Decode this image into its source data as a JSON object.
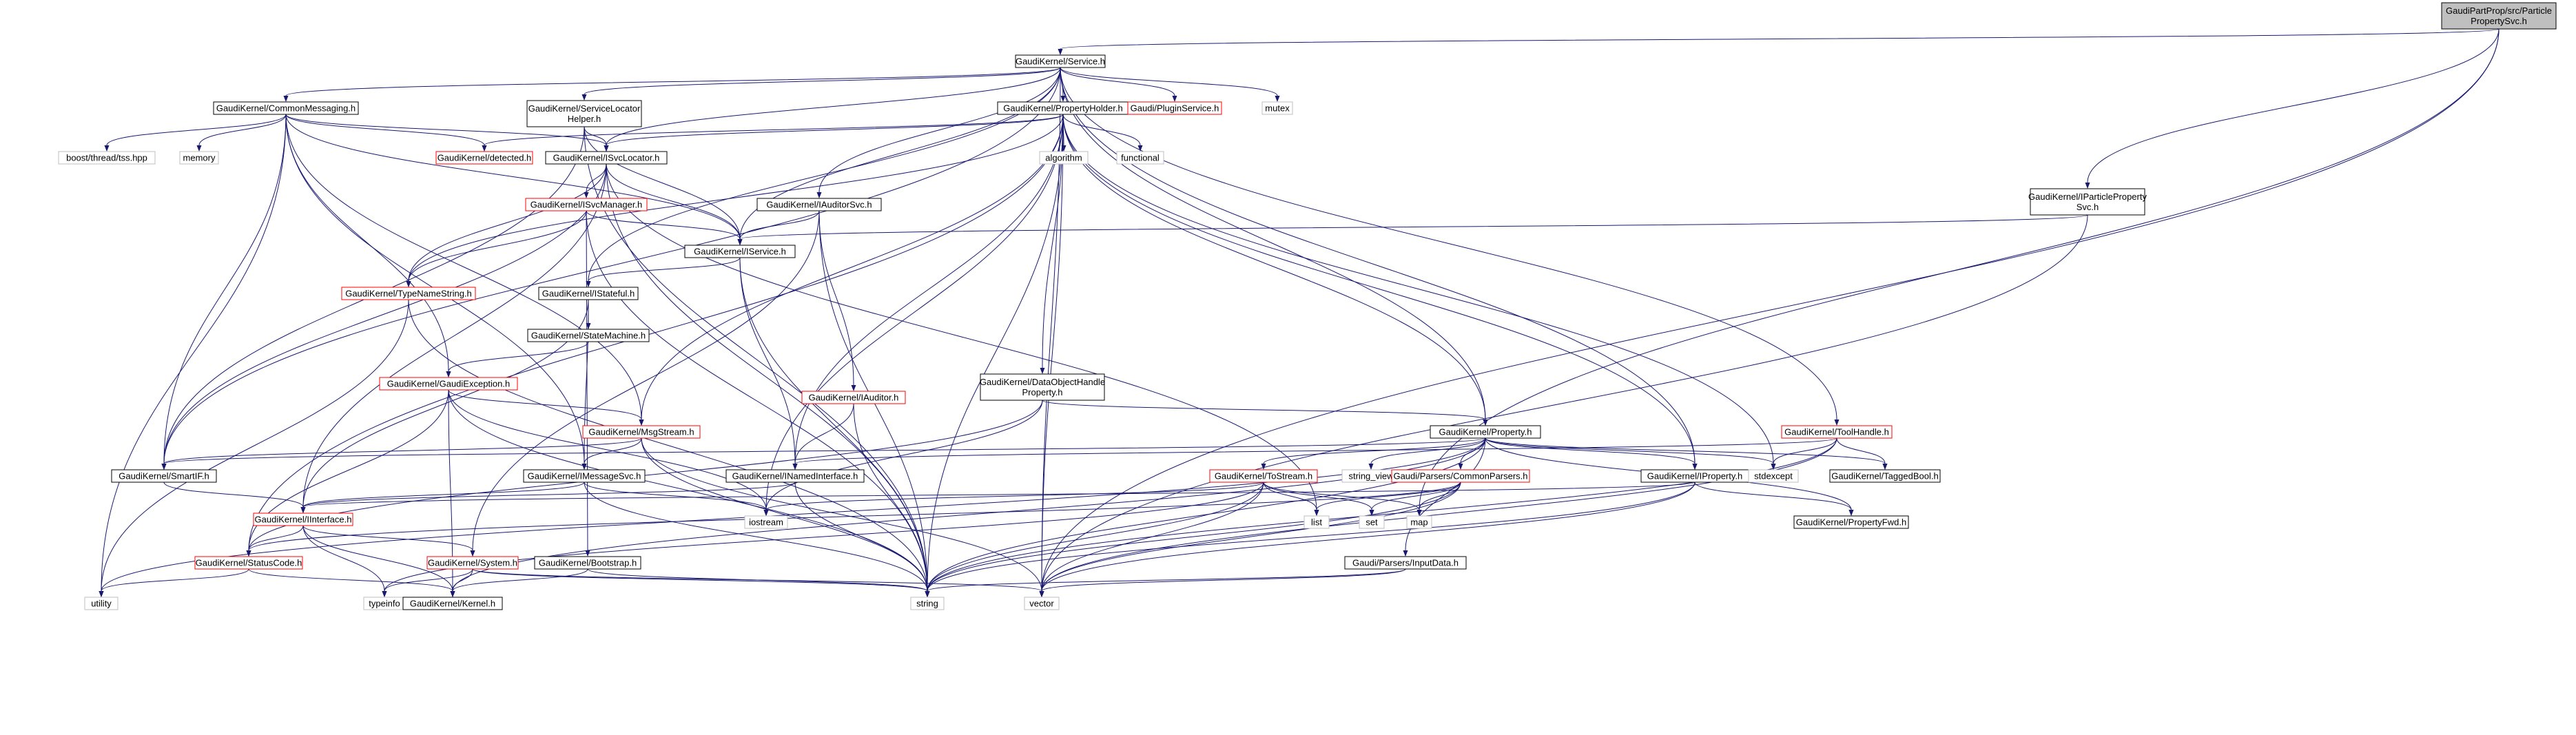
{
  "colors": {
    "edge": "#191970",
    "red_border": "#ff0000",
    "black_border": "#000000",
    "gray_border": "#bfbfbf",
    "root_fill": "#bfbfbf",
    "node_fill": "#ffffff",
    "text": "#000000"
  },
  "nodes": [
    {
      "id": "root",
      "lines": [
        "GaudiPartProp/src/Particle",
        "PropertySvc.h"
      ],
      "style": "root"
    },
    {
      "id": "service",
      "lines": [
        "GaudiKernel/Service.h"
      ],
      "style": "black"
    },
    {
      "id": "ipps",
      "lines": [
        "GaudiKernel/IParticleProperty",
        "Svc.h"
      ],
      "style": "black"
    },
    {
      "id": "commonmsg",
      "lines": [
        "GaudiKernel/CommonMessaging.h"
      ],
      "style": "black"
    },
    {
      "id": "svclochelper",
      "lines": [
        "GaudiKernel/ServiceLocator",
        "Helper.h"
      ],
      "style": "black"
    },
    {
      "id": "propholder",
      "lines": [
        "GaudiKernel/PropertyHolder.h"
      ],
      "style": "black"
    },
    {
      "id": "pluginsvc",
      "lines": [
        "Gaudi/PluginService.h"
      ],
      "style": "red"
    },
    {
      "id": "mutex",
      "lines": [
        "mutex"
      ],
      "style": "gray"
    },
    {
      "id": "boostthread",
      "lines": [
        "boost/thread/tss.hpp"
      ],
      "style": "gray"
    },
    {
      "id": "memory",
      "lines": [
        "memory"
      ],
      "style": "gray"
    },
    {
      "id": "detected",
      "lines": [
        "GaudiKernel/detected.h"
      ],
      "style": "red"
    },
    {
      "id": "isvclocator",
      "lines": [
        "GaudiKernel/ISvcLocator.h"
      ],
      "style": "black"
    },
    {
      "id": "algorithm",
      "lines": [
        "algorithm"
      ],
      "style": "gray"
    },
    {
      "id": "functional",
      "lines": [
        "functional"
      ],
      "style": "gray"
    },
    {
      "id": "iauditorsvc",
      "lines": [
        "GaudiKernel/IAuditorSvc.h"
      ],
      "style": "black"
    },
    {
      "id": "isvcmanager",
      "lines": [
        "GaudiKernel/ISvcManager.h"
      ],
      "style": "red"
    },
    {
      "id": "iservice",
      "lines": [
        "GaudiKernel/IService.h"
      ],
      "style": "black"
    },
    {
      "id": "typenamestring",
      "lines": [
        "GaudiKernel/TypeNameString.h"
      ],
      "style": "red"
    },
    {
      "id": "istateful",
      "lines": [
        "GaudiKernel/IStateful.h"
      ],
      "style": "black"
    },
    {
      "id": "statemachine",
      "lines": [
        "GaudiKernel/StateMachine.h"
      ],
      "style": "black"
    },
    {
      "id": "iauditor",
      "lines": [
        "GaudiKernel/IAuditor.h"
      ],
      "style": "red"
    },
    {
      "id": "gaudiexception",
      "lines": [
        "GaudiKernel/GaudiException.h"
      ],
      "style": "red"
    },
    {
      "id": "dataobjhandle",
      "lines": [
        "GaudiKernel/DataObjectHandle",
        "Property.h"
      ],
      "style": "black"
    },
    {
      "id": "toolhandle",
      "lines": [
        "GaudiKernel/ToolHandle.h"
      ],
      "style": "red"
    },
    {
      "id": "smartif",
      "lines": [
        "GaudiKernel/SmartIF.h"
      ],
      "style": "black"
    },
    {
      "id": "msgstream",
      "lines": [
        "GaudiKernel/MsgStream.h"
      ],
      "style": "red"
    },
    {
      "id": "property",
      "lines": [
        "GaudiKernel/Property.h"
      ],
      "style": "black"
    },
    {
      "id": "inamed",
      "lines": [
        "GaudiKernel/INamedInterface.h"
      ],
      "style": "black"
    },
    {
      "id": "imessagesvc",
      "lines": [
        "GaudiKernel/IMessageSvc.h"
      ],
      "style": "black"
    },
    {
      "id": "tostream",
      "lines": [
        "GaudiKernel/ToStream.h"
      ],
      "style": "red"
    },
    {
      "id": "string_view",
      "lines": [
        "string_view"
      ],
      "style": "gray"
    },
    {
      "id": "commonparsers",
      "lines": [
        "Gaudi/Parsers/CommonParsers.h"
      ],
      "style": "red"
    },
    {
      "id": "iproperty",
      "lines": [
        "GaudiKernel/IProperty.h"
      ],
      "style": "black"
    },
    {
      "id": "stdexcept",
      "lines": [
        "stdexcept"
      ],
      "style": "gray"
    },
    {
      "id": "taggedbool",
      "lines": [
        "GaudiKernel/TaggedBool.h"
      ],
      "style": "black"
    },
    {
      "id": "iinterface",
      "lines": [
        "GaudiKernel/IInterface.h"
      ],
      "style": "red"
    },
    {
      "id": "iostream",
      "lines": [
        "iostream"
      ],
      "style": "gray"
    },
    {
      "id": "list",
      "lines": [
        "list"
      ],
      "style": "gray"
    },
    {
      "id": "set",
      "lines": [
        "set"
      ],
      "style": "gray"
    },
    {
      "id": "map",
      "lines": [
        "map"
      ],
      "style": "gray"
    },
    {
      "id": "propertyfwd",
      "lines": [
        "GaudiKernel/PropertyFwd.h"
      ],
      "style": "black"
    },
    {
      "id": "statuscode",
      "lines": [
        "GaudiKernel/StatusCode.h"
      ],
      "style": "red"
    },
    {
      "id": "system",
      "lines": [
        "GaudiKernel/System.h"
      ],
      "style": "red"
    },
    {
      "id": "bootstrap",
      "lines": [
        "GaudiKernel/Bootstrap.h"
      ],
      "style": "black"
    },
    {
      "id": "inputdata",
      "lines": [
        "Gaudi/Parsers/InputData.h"
      ],
      "style": "black"
    },
    {
      "id": "utility",
      "lines": [
        "utility"
      ],
      "style": "gray"
    },
    {
      "id": "typeinfo",
      "lines": [
        "typeinfo"
      ],
      "style": "gray"
    },
    {
      "id": "kernel",
      "lines": [
        "GaudiKernel/Kernel.h"
      ],
      "style": "black"
    },
    {
      "id": "string",
      "lines": [
        "string"
      ],
      "style": "gray"
    },
    {
      "id": "vector",
      "lines": [
        "vector"
      ],
      "style": "gray"
    }
  ],
  "edges": [
    [
      "root",
      "service"
    ],
    [
      "root",
      "ipps"
    ],
    [
      "root",
      "vector"
    ],
    [
      "root",
      "map"
    ],
    [
      "service",
      "commonmsg"
    ],
    [
      "service",
      "svclochelper"
    ],
    [
      "service",
      "propholder"
    ],
    [
      "service",
      "pluginsvc"
    ],
    [
      "service",
      "mutex"
    ],
    [
      "service",
      "isvclocator"
    ],
    [
      "service",
      "iauditorsvc"
    ],
    [
      "service",
      "iservice"
    ],
    [
      "service",
      "istateful"
    ],
    [
      "service",
      "property"
    ],
    [
      "service",
      "iproperty"
    ],
    [
      "service",
      "toolhandle"
    ],
    [
      "service",
      "smartif"
    ],
    [
      "service",
      "vector"
    ],
    [
      "ipps",
      "iservice"
    ],
    [
      "ipps",
      "vector"
    ],
    [
      "commonmsg",
      "boostthread"
    ],
    [
      "commonmsg",
      "memory"
    ],
    [
      "commonmsg",
      "utility"
    ],
    [
      "commonmsg",
      "detected"
    ],
    [
      "commonmsg",
      "isvclocator"
    ],
    [
      "commonmsg",
      "iservice"
    ],
    [
      "commonmsg",
      "smartif"
    ],
    [
      "commonmsg",
      "gaudiexception"
    ],
    [
      "commonmsg",
      "msgstream"
    ],
    [
      "commonmsg",
      "imessagesvc"
    ],
    [
      "svclochelper",
      "isvclocator"
    ],
    [
      "svclochelper",
      "iservice"
    ],
    [
      "svclochelper",
      "smartif"
    ],
    [
      "svclochelper",
      "string"
    ],
    [
      "propholder",
      "detected"
    ],
    [
      "propholder",
      "isvclocator"
    ],
    [
      "propholder",
      "algorithm"
    ],
    [
      "propholder",
      "functional"
    ],
    [
      "propholder",
      "iostream"
    ],
    [
      "propholder",
      "inamed"
    ],
    [
      "propholder",
      "iproperty"
    ],
    [
      "propholder",
      "msgstream"
    ],
    [
      "propholder",
      "dataobjhandle"
    ],
    [
      "propholder",
      "property"
    ],
    [
      "propholder",
      "stdexcept"
    ],
    [
      "propholder",
      "string"
    ],
    [
      "propholder",
      "vector"
    ],
    [
      "propholder",
      "typenamestring"
    ],
    [
      "propholder",
      "statuscode"
    ],
    [
      "isvclocator",
      "typenamestring"
    ],
    [
      "isvclocator",
      "isvcmanager"
    ],
    [
      "isvclocator",
      "iinterface"
    ],
    [
      "isvclocator",
      "smartif"
    ],
    [
      "isvclocator",
      "list"
    ],
    [
      "isvclocator",
      "string"
    ],
    [
      "isvclocator",
      "iservice"
    ],
    [
      "iauditorsvc",
      "iservice"
    ],
    [
      "iauditorsvc",
      "iauditor"
    ],
    [
      "iauditorsvc",
      "system"
    ],
    [
      "iauditorsvc",
      "string"
    ],
    [
      "isvcmanager",
      "iservice"
    ],
    [
      "isvcmanager",
      "typenamestring"
    ],
    [
      "isvcmanager",
      "bootstrap"
    ],
    [
      "isvcmanager",
      "string"
    ],
    [
      "iservice",
      "inamed"
    ],
    [
      "iservice",
      "istateful"
    ],
    [
      "iservice",
      "string"
    ],
    [
      "typenamestring",
      "utility"
    ],
    [
      "typenamestring",
      "string"
    ],
    [
      "istateful",
      "statemachine"
    ],
    [
      "istateful",
      "iinterface"
    ],
    [
      "istateful",
      "imessagesvc"
    ],
    [
      "statemachine",
      "gaudiexception"
    ],
    [
      "iauditor",
      "inamed"
    ],
    [
      "iauditor",
      "string"
    ],
    [
      "gaudiexception",
      "msgstream"
    ],
    [
      "gaudiexception",
      "statuscode"
    ],
    [
      "gaudiexception",
      "kernel"
    ],
    [
      "gaudiexception",
      "string"
    ],
    [
      "gaudiexception",
      "iostream"
    ],
    [
      "dataobjhandle",
      "property"
    ],
    [
      "dataobjhandle",
      "statuscode"
    ],
    [
      "dataobjhandle",
      "iostream"
    ],
    [
      "toolhandle",
      "stdexcept"
    ],
    [
      "toolhandle",
      "taggedbool"
    ],
    [
      "toolhandle",
      "inamed"
    ],
    [
      "toolhandle",
      "string"
    ],
    [
      "toolhandle",
      "vector"
    ],
    [
      "smartif",
      "iinterface"
    ],
    [
      "msgstream",
      "imessagesvc"
    ],
    [
      "msgstream",
      "string"
    ],
    [
      "msgstream",
      "vector"
    ],
    [
      "msgstream",
      "smartif"
    ],
    [
      "property",
      "tostream"
    ],
    [
      "property",
      "string_view"
    ],
    [
      "property",
      "commonparsers"
    ],
    [
      "property",
      "iproperty"
    ],
    [
      "property",
      "stdexcept"
    ],
    [
      "property",
      "taggedbool"
    ],
    [
      "property",
      "propertyfwd"
    ],
    [
      "property",
      "inputdata"
    ],
    [
      "property",
      "kernel"
    ],
    [
      "property",
      "string"
    ],
    [
      "property",
      "smartif"
    ],
    [
      "property",
      "utility"
    ],
    [
      "inamed",
      "iinterface"
    ],
    [
      "inamed",
      "string"
    ],
    [
      "imessagesvc",
      "iinterface"
    ],
    [
      "imessagesvc",
      "iostream"
    ],
    [
      "imessagesvc",
      "string"
    ],
    [
      "tostream",
      "iostream"
    ],
    [
      "tostream",
      "list"
    ],
    [
      "tostream",
      "map"
    ],
    [
      "tostream",
      "set"
    ],
    [
      "tostream",
      "string"
    ],
    [
      "tostream",
      "vector"
    ],
    [
      "tostream",
      "typeinfo"
    ],
    [
      "commonparsers",
      "list"
    ],
    [
      "commonparsers",
      "set"
    ],
    [
      "commonparsers",
      "map"
    ],
    [
      "commonparsers",
      "string"
    ],
    [
      "commonparsers",
      "vector"
    ],
    [
      "commonparsers",
      "statuscode"
    ],
    [
      "iproperty",
      "propertyfwd"
    ],
    [
      "iproperty",
      "iinterface"
    ],
    [
      "iproperty",
      "string"
    ],
    [
      "iproperty",
      "vector"
    ],
    [
      "iinterface",
      "statuscode"
    ],
    [
      "iinterface",
      "system"
    ],
    [
      "iinterface",
      "kernel"
    ],
    [
      "iinterface",
      "typeinfo"
    ],
    [
      "statuscode",
      "kernel"
    ],
    [
      "statuscode",
      "utility"
    ],
    [
      "system",
      "kernel"
    ],
    [
      "system",
      "string"
    ],
    [
      "system",
      "vector"
    ],
    [
      "system",
      "typeinfo"
    ],
    [
      "bootstrap",
      "kernel"
    ],
    [
      "bootstrap",
      "string"
    ],
    [
      "inputdata",
      "string"
    ],
    [
      "inputdata",
      "vector"
    ]
  ]
}
